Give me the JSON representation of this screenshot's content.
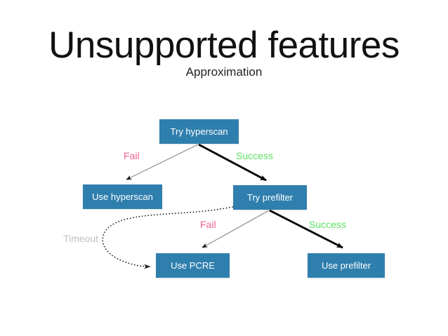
{
  "slide": {
    "title": "Unsupported features",
    "subtitle": "Approximation",
    "background_color": "#ffffff"
  },
  "theme": {
    "node_fill": "#2f7fae",
    "node_text": "#ffffff",
    "fail_color": "#f06292",
    "success_color": "#5ee263",
    "timeout_color": "#c0c0c0",
    "thin_edge_color": "#8a8a8a",
    "thick_edge_color": "#000000"
  },
  "diagram": {
    "type": "flowchart",
    "nodes": [
      {
        "id": "try-hyperscan",
        "label": "Try hyperscan"
      },
      {
        "id": "use-hyperscan",
        "label": "Use hyperscan"
      },
      {
        "id": "try-prefilter",
        "label": "Try prefilter"
      },
      {
        "id": "use-pcre",
        "label": "Use PCRE"
      },
      {
        "id": "use-prefilter",
        "label": "Use prefilter"
      }
    ],
    "edges": [
      {
        "from": "try-hyperscan",
        "to": "use-hyperscan",
        "label": "Fail",
        "style": "thin-solid"
      },
      {
        "from": "try-hyperscan",
        "to": "try-prefilter",
        "label": "Success",
        "style": "thick-solid"
      },
      {
        "from": "try-prefilter",
        "to": "use-pcre",
        "label": "Fail",
        "style": "thin-solid"
      },
      {
        "from": "try-prefilter",
        "to": "use-prefilter",
        "label": "Success",
        "style": "thick-solid"
      },
      {
        "from": "try-prefilter",
        "to": "use-pcre",
        "label": "Timeout",
        "style": "dotted-curve"
      }
    ],
    "labels": {
      "fail_1": "Fail",
      "success_1": "Success",
      "fail_2": "Fail",
      "success_2": "Success",
      "timeout": "Timeout"
    }
  }
}
